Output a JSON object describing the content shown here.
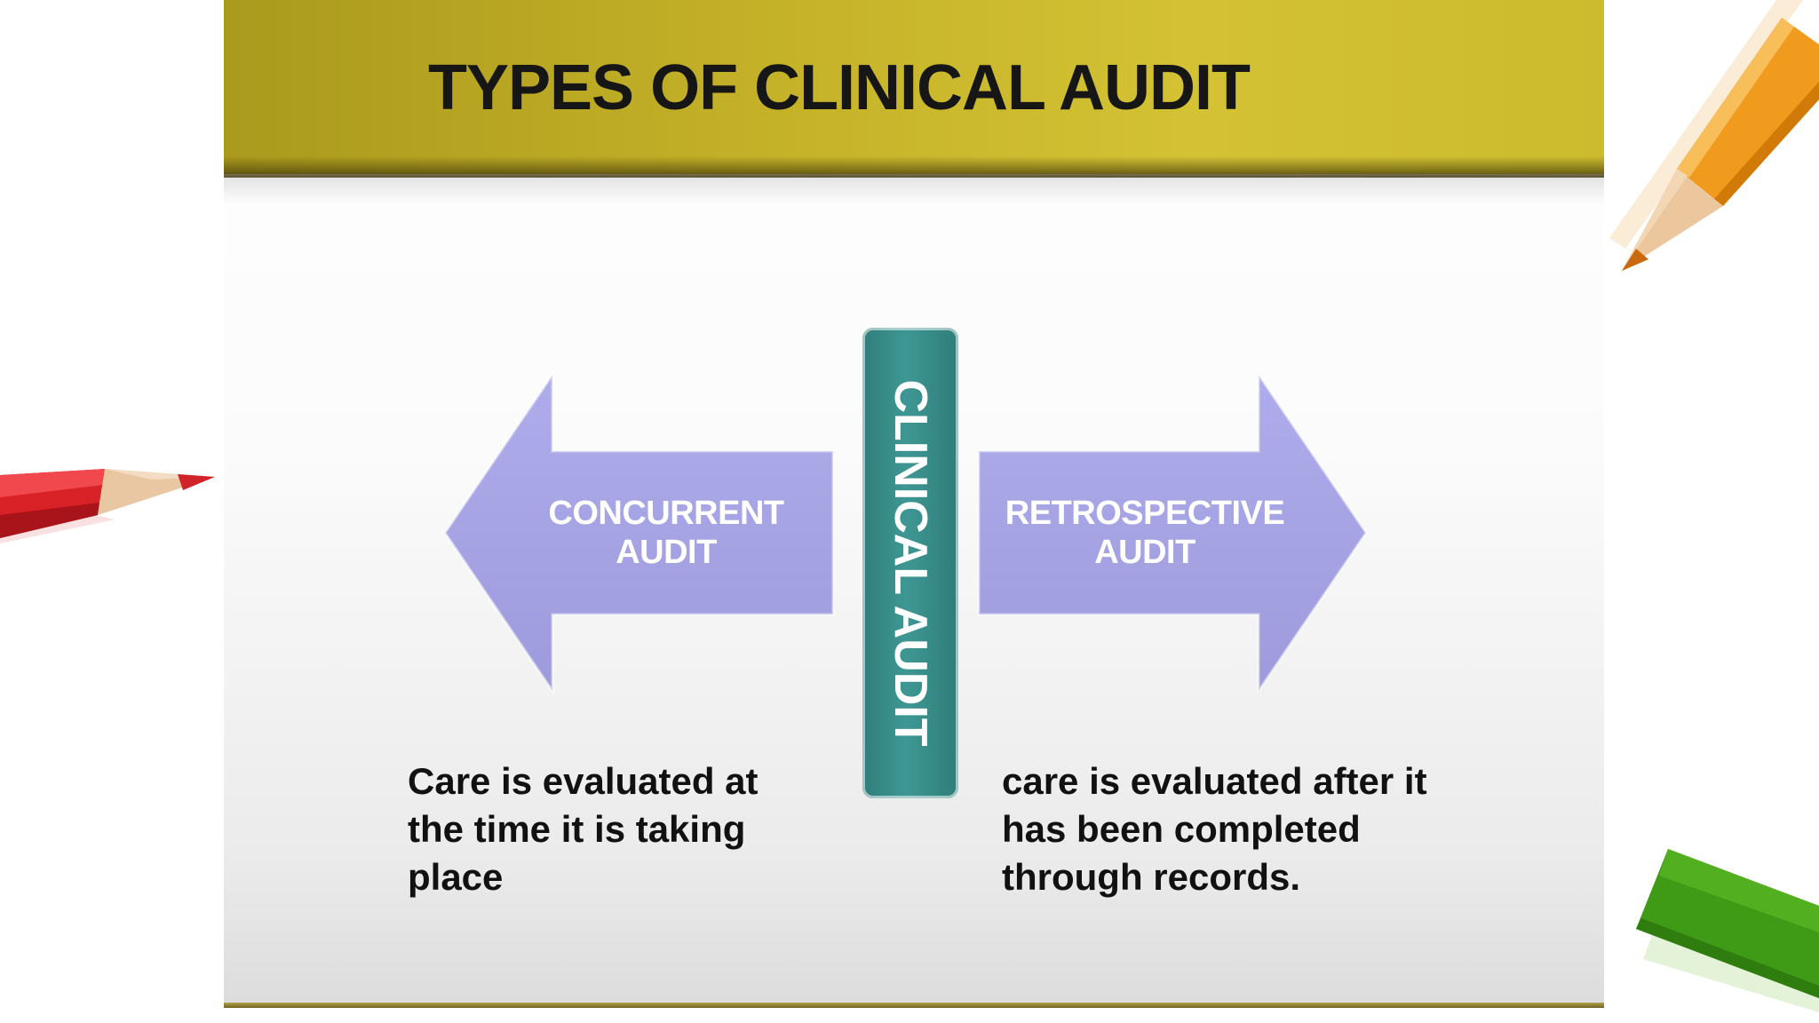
{
  "slide": {
    "title": "TYPES OF CLINICAL AUDIT"
  },
  "diagram": {
    "center_label": "CLINICAL AUDIT",
    "left_arrow": {
      "lines": [
        "CONCURRENT",
        "AUDIT"
      ],
      "description_lines": [
        "Care is evaluated at",
        "the time it is taking",
        "place"
      ]
    },
    "right_arrow": {
      "lines": [
        "RETROSPECTIVE",
        "AUDIT"
      ],
      "description_lines": [
        "care is evaluated after it",
        "has been completed",
        "through records."
      ]
    }
  },
  "colors": {
    "header_band": "#c2af27",
    "arrow_fill": "#a6a4e2",
    "center_box": "#3a8f8b",
    "title_text": "#161616"
  },
  "decorations": {
    "pencils": [
      "red-pencil-icon",
      "orange-pencil-icon"
    ],
    "shape": "green-parallelogram"
  }
}
